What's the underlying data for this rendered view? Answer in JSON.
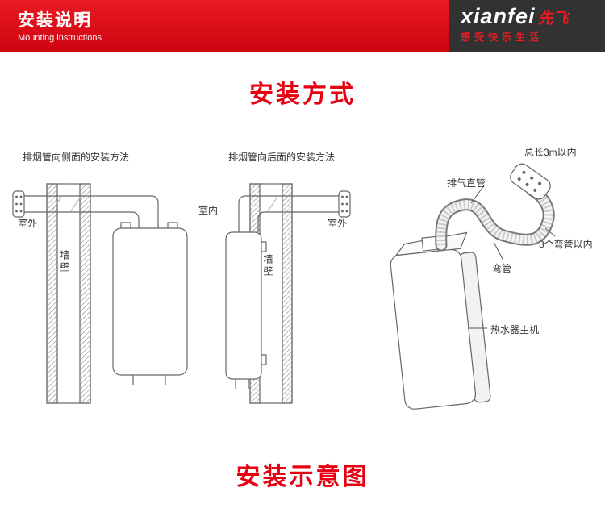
{
  "header": {
    "title_cn": "安装说明",
    "title_en": "Mounting instructions",
    "brand_latin": "xianfei",
    "brand_cn": "先飞",
    "slogan": "感受快乐生活",
    "accent_color": "#e60012",
    "dark_color": "#323232"
  },
  "sections": {
    "top_title": "安装方式",
    "bottom_title": "安装示意图"
  },
  "diagrams": {
    "side_install": {
      "caption": "排烟管向侧面的安装方法",
      "labels": {
        "outdoor": "室外",
        "wall": "墙壁"
      }
    },
    "rear_install": {
      "caption": "排烟管向后面的安装方法",
      "labels": {
        "indoor": "室内",
        "outdoor": "室外",
        "wall": "墙壁"
      }
    },
    "flue_detail": {
      "labels": {
        "total_length": "总长3m以内",
        "straight_pipe": "排气直管",
        "max_bends": "3个弯管以内",
        "bend_pipe": "弯管",
        "main_unit": "热水器主机"
      }
    }
  }
}
